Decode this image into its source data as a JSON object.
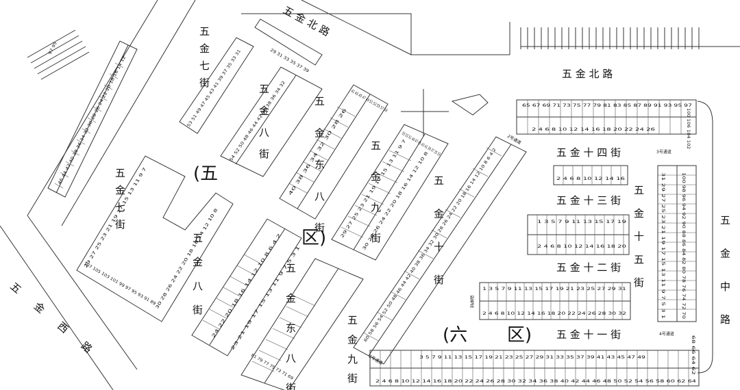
{
  "streets": {
    "wujin_north_diag": "五 金 北 路",
    "wujin_north_right": "五 金 北 路",
    "wujin_west": "五 金 西 路",
    "wujin_middle": "五 金 中 路",
    "wujin_7_left": "五 金 七 街",
    "wujin_7_top": "五 金 七 街",
    "wujin_8_top": "五 金 八 街",
    "wujin_8_bottom": "五 金 八 街",
    "wujin_east8_top": "五 金 东 八 街",
    "wujin_east8_bottom": "五 金 东 八 街",
    "wujin_9_top": "五 金 九 街",
    "wujin_9_bottom": "五 金 九 街",
    "wujin_10": "五 金 十 街",
    "wujin_11": "五 金 十 一 街",
    "wujin_12": "五 金 十 二 街",
    "wujin_13": "五 金 十 三 街",
    "wujin_14": "五 金 十 四 街",
    "wujin_15": "五 金 十 五 街"
  },
  "zones": {
    "zone5_a": "(五",
    "zone5_b": "区)",
    "zone6_a": "(六",
    "zone6_b": "区)"
  },
  "passages": {
    "p1": "1号通道",
    "p2": "2号通道",
    "p3": "3号通道",
    "p4": "4号通道",
    "p5": "2号通道"
  },
  "labels": {
    "power_room": "配电房"
  },
  "lot_numbers": {
    "north_top_row": [
      "65",
      "67",
      "69",
      "71",
      "73",
      "75",
      "77",
      "79",
      "81",
      "83",
      "85",
      "87",
      "89",
      "91",
      "93",
      "95",
      "97"
    ],
    "north_bottom_row": [
      "2",
      "4",
      "6",
      "8",
      "10",
      "12",
      "14",
      "16",
      "18",
      "20",
      "22",
      "24",
      "26"
    ],
    "block14": [
      "2",
      "4",
      "6",
      "8",
      "10",
      "12",
      "14",
      "16"
    ],
    "block13_top": [
      "1",
      "3",
      "5",
      "7",
      "9",
      "11",
      "13",
      "15",
      "17",
      "19"
    ],
    "block13_bottom": [
      "2",
      "4",
      "6",
      "8",
      "10",
      "12",
      "14",
      "16",
      "18",
      "20"
    ],
    "block12_top": [
      "1",
      "3",
      "5",
      "7",
      "9",
      "11",
      "13",
      "15",
      "17",
      "19",
      "21",
      "23",
      "25",
      "27",
      "29",
      "31"
    ],
    "block12_bottom": [
      "2",
      "4",
      "6",
      "8",
      "10",
      "12",
      "14",
      "16",
      "18",
      "20",
      "22",
      "24",
      "26",
      "28",
      "30",
      "32"
    ],
    "south_top_row": [
      "3",
      "5",
      "7",
      "9",
      "11",
      "13",
      "15",
      "17",
      "19",
      "21",
      "23",
      "25",
      "27",
      "29",
      "31",
      "33",
      "35",
      "37",
      "39",
      "41",
      "43",
      "45",
      "47",
      "49"
    ],
    "south_bottom_row": [
      "2",
      "4",
      "6",
      "8",
      "10",
      "12",
      "14",
      "16",
      "18",
      "20",
      "22",
      "24",
      "26",
      "28",
      "30",
      "32",
      "34",
      "36",
      "38",
      "40",
      "42",
      "44",
      "46",
      "48",
      "50",
      "52",
      "54",
      "56",
      "58",
      "60",
      "62",
      "64"
    ],
    "east_left_col": [
      "31",
      "29",
      "27",
      "25",
      "23",
      "21",
      "19",
      "17",
      "15",
      "13",
      "11",
      "9",
      "7",
      "5",
      "3",
      "1"
    ],
    "east_right_col": [
      "100",
      "98",
      "96",
      "94",
      "92",
      "90",
      "88",
      "86",
      "84",
      "82",
      "80",
      "78",
      "76",
      "74",
      "72",
      "70"
    ],
    "corner_ne": [
      "100",
      "106",
      "104",
      "102"
    ],
    "corner_se": [
      "68",
      "66",
      "64",
      "62"
    ],
    "west_strip": [
      "46",
      "44",
      "42",
      "40",
      "38",
      "36",
      "34",
      "32",
      "30",
      "28",
      "26",
      "24",
      "22",
      "20",
      "18",
      "16",
      "14",
      "12"
    ],
    "west_strip_top": [
      "97",
      "95"
    ],
    "block_7_left": [
      "29",
      "27",
      "25",
      "23",
      "21",
      "19",
      "17",
      "15",
      "13",
      "11",
      "9",
      "7"
    ],
    "block_7_right": [
      "30",
      "28",
      "26",
      "24",
      "22",
      "20",
      "18",
      "16",
      "14",
      "12",
      "10",
      "8"
    ],
    "block_7_bottom": [
      "107",
      "105",
      "103",
      "101",
      "99",
      "97",
      "95",
      "93",
      "91",
      "89"
    ],
    "block_top_center": [
      "53",
      "51",
      "49",
      "47",
      "45",
      "43",
      "41",
      "39",
      "37",
      "35",
      "33",
      "31"
    ],
    "block_top_center_2": [
      "54",
      "52",
      "50",
      "48",
      "46",
      "44",
      "42",
      "40",
      "38",
      "36",
      "34",
      "32"
    ],
    "block_top_center_cap": [
      "29",
      "31",
      "33",
      "35",
      "37",
      "39"
    ],
    "block_8_left": [
      "24",
      "22",
      "20",
      "18",
      "16",
      "14",
      "12",
      "10",
      "8",
      "6",
      "4",
      "2"
    ],
    "block_8_right": [
      "23",
      "21",
      "19",
      "17",
      "15",
      "13",
      "11",
      "9",
      "7",
      "5",
      "3",
      "1"
    ],
    "block_8_bottom": [
      "81",
      "79",
      "77",
      "75",
      "73",
      "71",
      "69"
    ],
    "block_east8_top": [
      "41",
      "43",
      "45",
      "47",
      "49",
      "51",
      "53",
      "55",
      "57",
      "59"
    ],
    "block_east8_top2": [
      "40",
      "38",
      "36",
      "34",
      "32",
      "30",
      "28",
      "26"
    ],
    "block_9": [
      "29",
      "27",
      "25",
      "23",
      "21",
      "19",
      "17",
      "15",
      "13",
      "11",
      "9",
      "7"
    ],
    "block_9_b": [
      "30",
      "28",
      "26",
      "24",
      "22",
      "20",
      "18",
      "16",
      "14",
      "12",
      "10",
      "8"
    ],
    "block_9_top": [
      "55",
      "53",
      "51",
      "49",
      "47",
      "45",
      "43",
      "41",
      "39",
      "37",
      "35",
      "33"
    ],
    "block_10_col": [
      "60",
      "58",
      "56",
      "54",
      "52",
      "50",
      "48",
      "46",
      "44",
      "42",
      "40",
      "38",
      "36",
      "34",
      "32",
      "30",
      "28",
      "26",
      "24",
      "22",
      "20",
      "18",
      "16",
      "14",
      "12",
      "10",
      "8",
      "6",
      "4",
      "2"
    ]
  }
}
